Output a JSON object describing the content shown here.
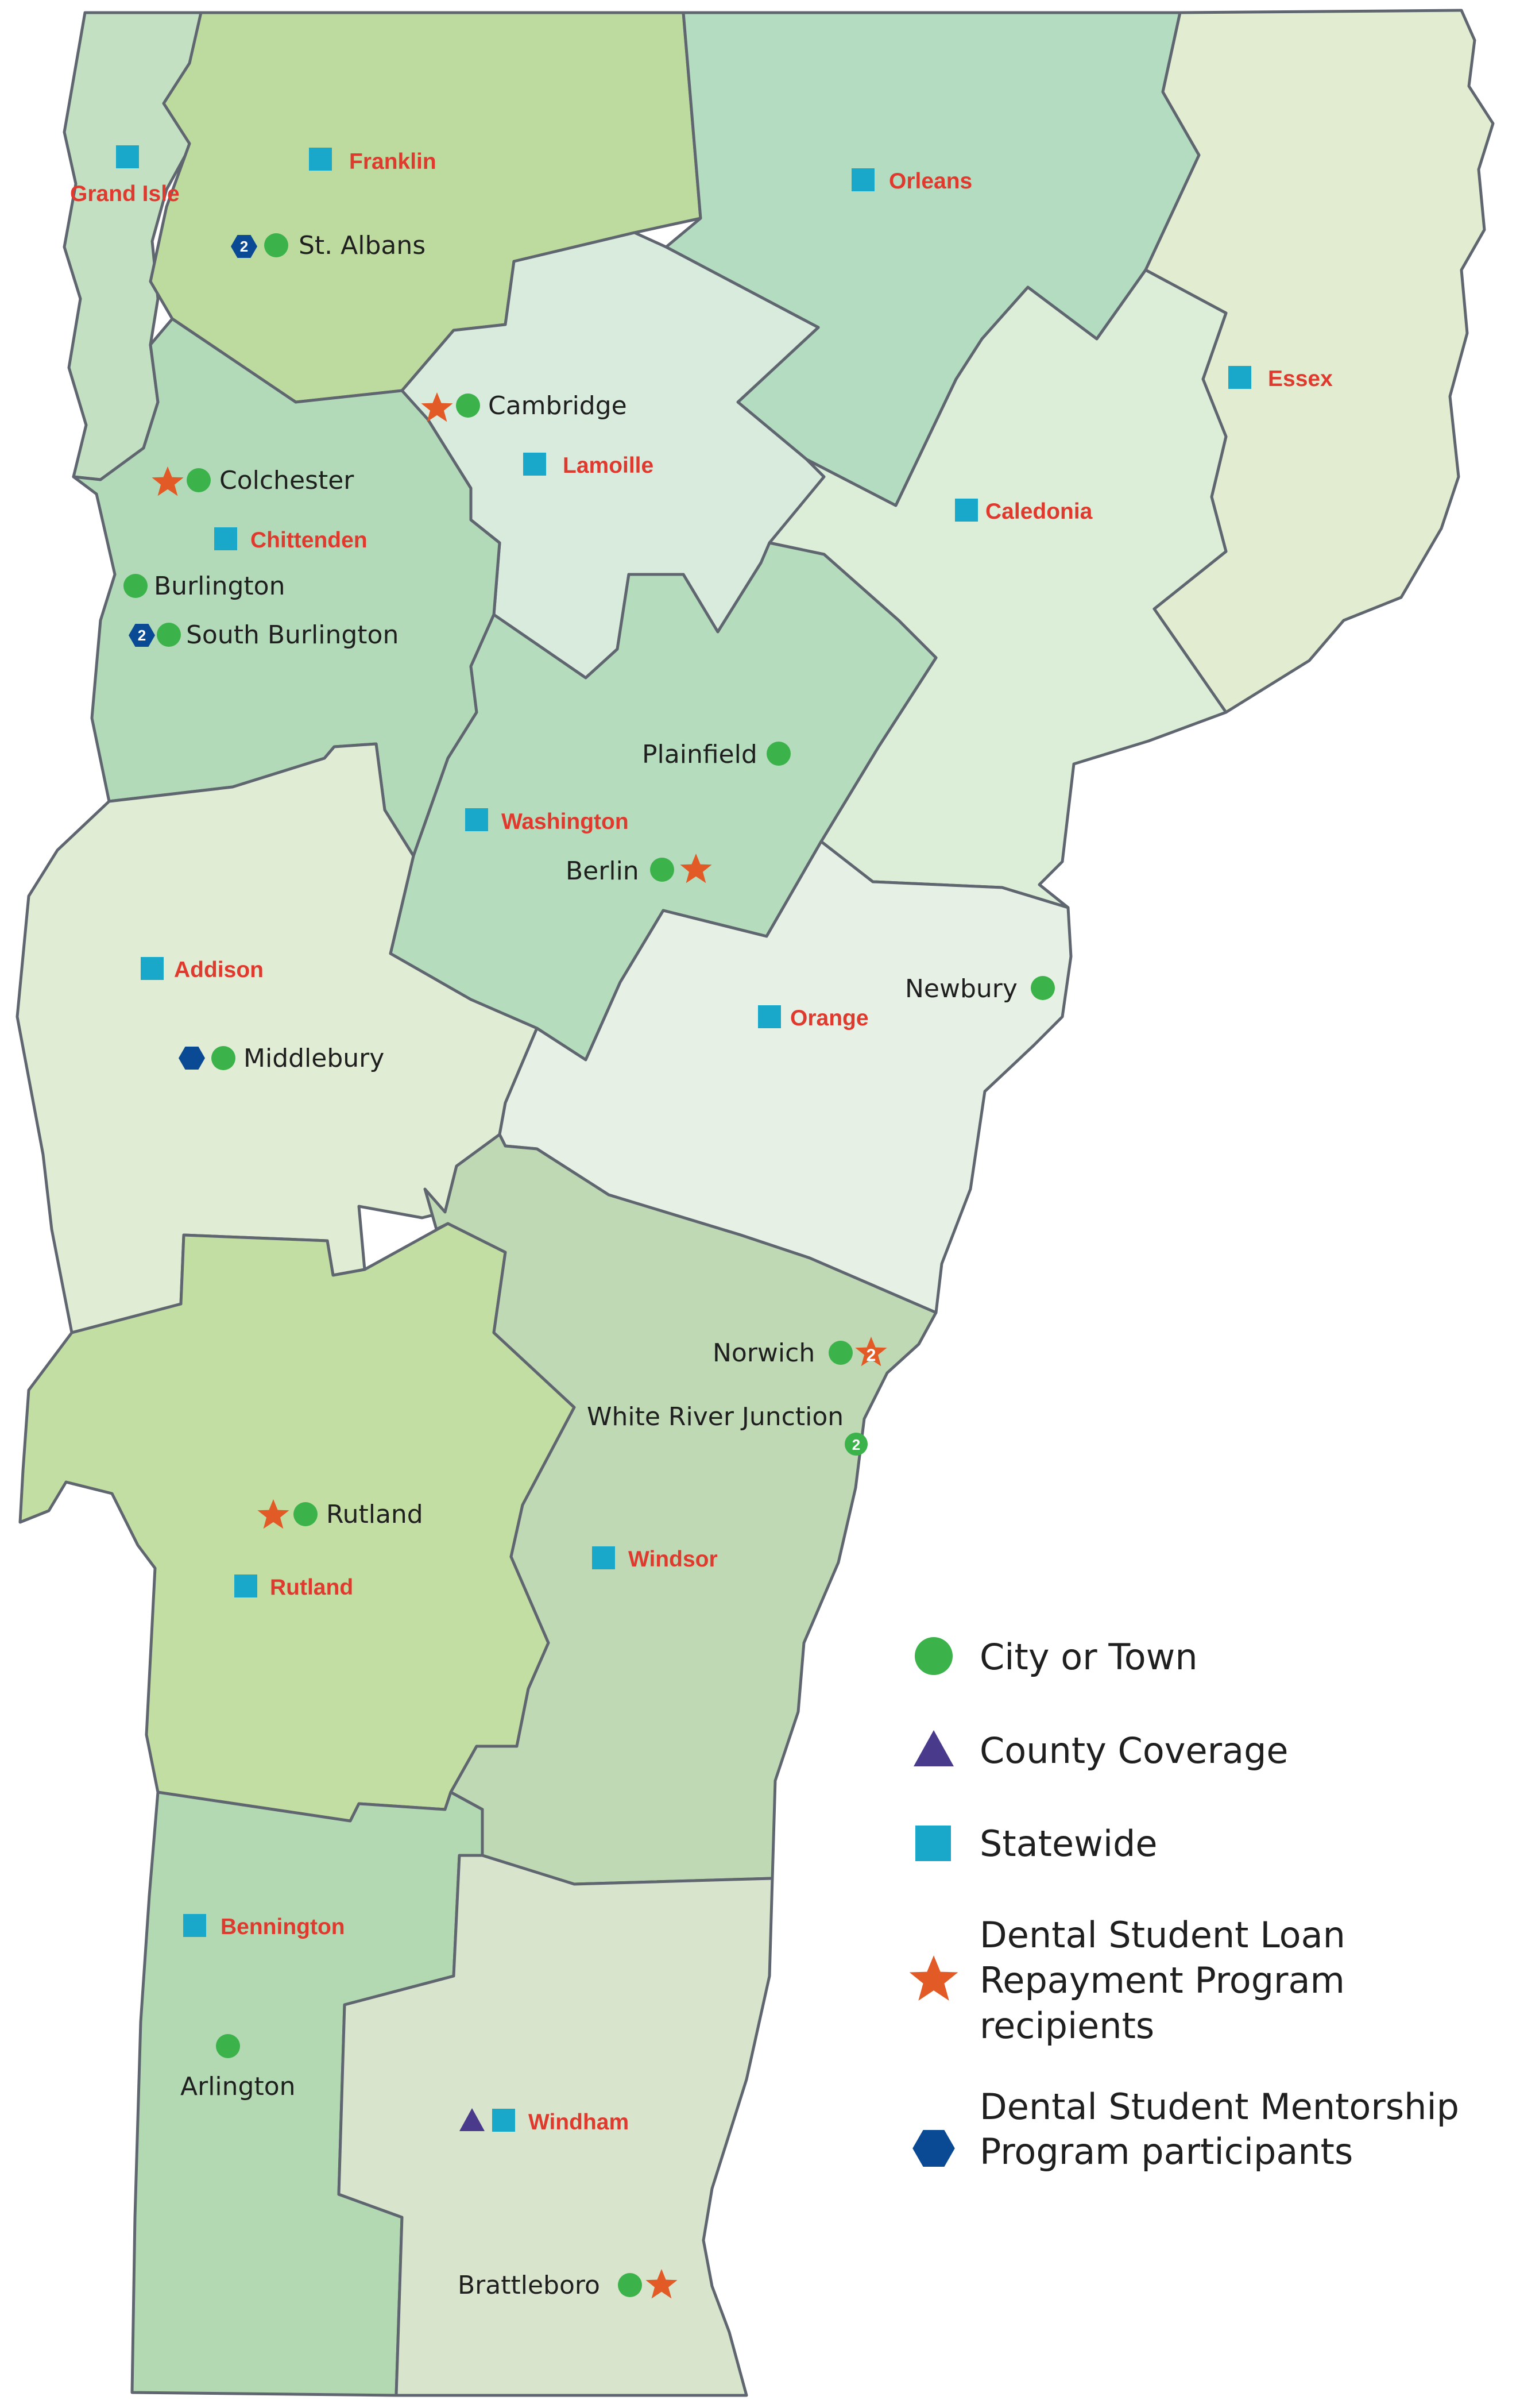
{
  "colors": {
    "city": "#3bb24a",
    "county_coverage": "#4a3a8c",
    "statewide": "#19a8c9",
    "loan_repayment": "#e25a26",
    "mentorship": "#0a4a94",
    "county_label": "#e03a2f",
    "border": "#5f6670"
  },
  "counties": [
    {
      "name": "Grand Isle",
      "fill": "#c3e0c2"
    },
    {
      "name": "Franklin",
      "fill": "#bddb9f"
    },
    {
      "name": "Orleans",
      "fill": "#b4dcc0"
    },
    {
      "name": "Essex",
      "fill": "#e2ecd1"
    },
    {
      "name": "Lamoille",
      "fill": "#d8ebdd"
    },
    {
      "name": "Chittenden",
      "fill": "#b2dab8"
    },
    {
      "name": "Caledonia",
      "fill": "#dcedd8"
    },
    {
      "name": "Washington",
      "fill": "#b5dcbc"
    },
    {
      "name": "Addison",
      "fill": "#e1ecd4"
    },
    {
      "name": "Orange",
      "fill": "#e6f0e4"
    },
    {
      "name": "Rutland",
      "fill": "#c2dea3"
    },
    {
      "name": "Windsor",
      "fill": "#bfd9b5"
    },
    {
      "name": "Bennington",
      "fill": "#b3d9b2"
    },
    {
      "name": "Windham",
      "fill": "#d8e5cc"
    }
  ],
  "towns": [
    {
      "name": "St. Albans",
      "markers": [
        "mentorship-2",
        "city"
      ]
    },
    {
      "name": "Cambridge",
      "markers": [
        "loan",
        "city"
      ]
    },
    {
      "name": "Colchester",
      "markers": [
        "loan",
        "city"
      ]
    },
    {
      "name": "Burlington",
      "markers": [
        "city"
      ]
    },
    {
      "name": "South Burlington",
      "markers": [
        "mentorship-2",
        "city"
      ]
    },
    {
      "name": "Plainfield",
      "markers": [
        "city"
      ]
    },
    {
      "name": "Berlin",
      "markers": [
        "city",
        "loan"
      ]
    },
    {
      "name": "Newbury",
      "markers": [
        "city"
      ]
    },
    {
      "name": "Middlebury",
      "markers": [
        "mentorship",
        "city"
      ]
    },
    {
      "name": "Norwich",
      "markers": [
        "city",
        "loan-2"
      ]
    },
    {
      "name": "White River Junction",
      "markers": [
        "city-2"
      ]
    },
    {
      "name": "Rutland",
      "markers": [
        "loan",
        "city"
      ]
    },
    {
      "name": "Arlington",
      "markers": [
        "city"
      ]
    },
    {
      "name": "Brattleboro",
      "markers": [
        "city",
        "loan"
      ]
    }
  ],
  "badges": {
    "two": "2"
  },
  "legend": [
    {
      "key": "city",
      "label": "City or Town"
    },
    {
      "key": "county_coverage",
      "label": "County Coverage"
    },
    {
      "key": "statewide",
      "label": "Statewide"
    },
    {
      "key": "loan_repayment",
      "label_lines": [
        "Dental Student Loan",
        "Repayment Program",
        "recipients"
      ]
    },
    {
      "key": "mentorship",
      "label_lines": [
        "Dental Student Mentorship",
        "Program participants"
      ]
    }
  ]
}
